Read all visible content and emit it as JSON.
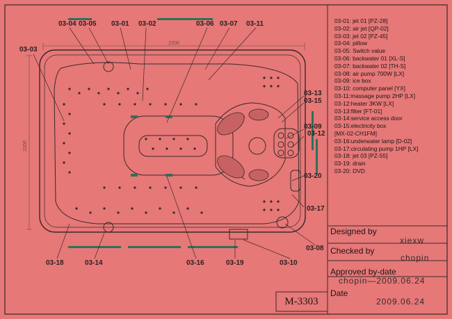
{
  "callouts_top": [
    "03-04",
    "03-05",
    "03-01",
    "03-02",
    "03-06",
    "03-07",
    "03-11"
  ],
  "callouts_left": [
    "03-03"
  ],
  "callouts_right": [
    "03-13",
    "03-15",
    "03-09",
    "03-12",
    "03-20",
    "03-17",
    "03-08"
  ],
  "callouts_bottom": [
    "03-18",
    "03-14",
    "03-16",
    "03-19",
    "03-10"
  ],
  "dimension_width": "2200",
  "dimension_height": "2200",
  "legend": [
    "03-01:  jet 01   [PZ-28]",
    "03-02: air jet   [QP-02]",
    "03-03: jet 02   [PZ-45]",
    "03-04: pillow",
    "03-05: Switch value",
    "03-06:  backwater 01   [XL-S]",
    "03-07: backwater 02   [TH-S]",
    "03-08: air pump 700W   [LX]",
    "03-09: ice box",
    "03-10: computer panel   [YX]",
    "03-11:massage pump 2HP  [LX]",
    "03-12:heater 3KW   [LX]",
    "03-13:filter   [FT-01]",
    "03-14:service access door",
    "03-15:electricity box",
    "[MX-02-CH1FM]",
    "03-16:underwater lamp   [D-02]",
    "03-17:circulating pump 1HP   [LX]",
    "03-18: jet 03   [PZ-55]",
    "03-19: drain",
    "03-20: DVD"
  ],
  "title_block": {
    "designed_by_label": "Designed by",
    "designed_by": "xiexw",
    "checked_by_label": "Checked by",
    "checked_by": "chopin",
    "approved_label": "Approved by-date",
    "approved": "chopin—2009.06.24",
    "date_label": "Date",
    "date": "2009.06.24",
    "model": "M-3303"
  },
  "colors": {
    "background": "#e67878",
    "line": "#3a2828",
    "accent": "#2f6f5a"
  }
}
